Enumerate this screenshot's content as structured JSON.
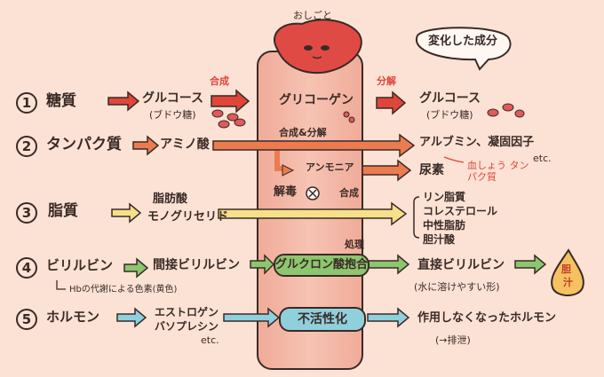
{
  "title": {
    "liver_label": "おしごと",
    "changed": "変化した成分"
  },
  "rows": {
    "r1": {
      "num": "1",
      "name": "糖質",
      "mid": "グルコース",
      "mid_sub": "(ブドウ糖)",
      "process": "合成",
      "center": "グリコーゲン",
      "process2": "分解",
      "result": "グルコース",
      "result_sub": "(ブドウ糖)"
    },
    "r2": {
      "num": "2",
      "name": "タンパク質",
      "mid": "アミノ酸",
      "process": "合成&分解",
      "result1": "アルブミン、凝固因子",
      "result1_etc": "etc.",
      "note": "血しょう タンパク質",
      "inner": "アンモニア",
      "result2": "尿素",
      "detox": "解毒",
      "synth": "合成"
    },
    "r3": {
      "num": "3",
      "name": "脂質",
      "mid1": "脂肪酸",
      "mid2": "モノグリセリド",
      "results": [
        "リン脂質",
        "コレステロール",
        "中性脂肪",
        "胆汁酸"
      ]
    },
    "r4": {
      "num": "4",
      "name": "ビリルビン",
      "note": "Hbの代謝による色素(黄色)",
      "mid": "間接ビリルビン",
      "process": "処理",
      "center": "グルクロン酸抱合",
      "result": "直接ビリルビン",
      "result_sub": "(水に溶けやすい形)",
      "bile": [
        "胆",
        "汁"
      ]
    },
    "r5": {
      "num": "5",
      "name": "ホルモン",
      "mid1": "エストロゲン",
      "mid2": "バソプレシン",
      "mid_etc": "etc.",
      "center": "不活性化",
      "result": "作用しなくなったホルモン",
      "result_sub": "(→排泄)"
    }
  },
  "colors": {
    "bg": "#fbe2d4",
    "column": "#f3b7a5",
    "liver": "#e04a45",
    "red": "#e0453a",
    "orange": "#ec7c4f",
    "yellow": "#f7e08a",
    "green": "#8cc66e",
    "cyan": "#8fd0dc",
    "bile": "#f6c160"
  }
}
